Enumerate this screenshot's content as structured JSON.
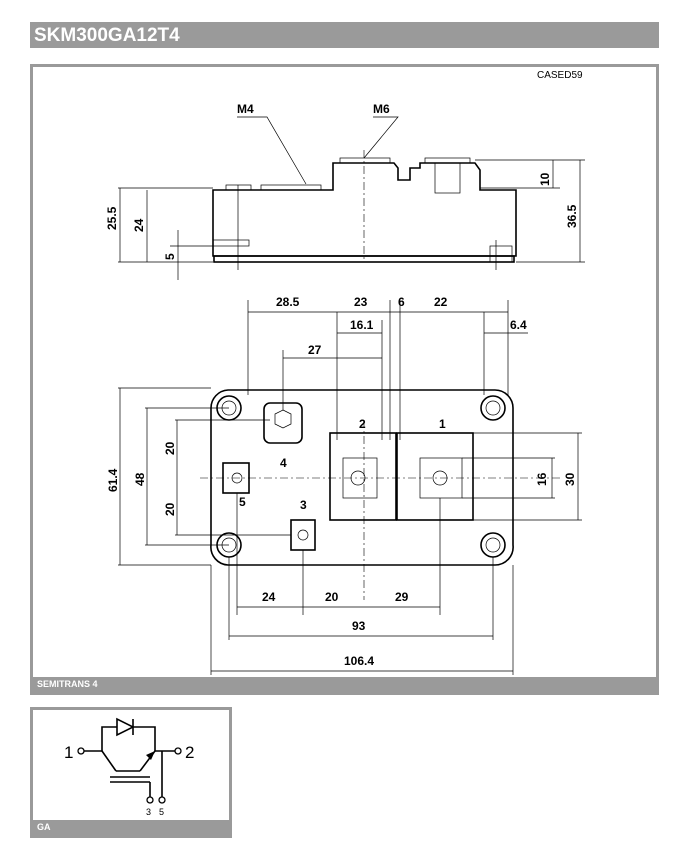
{
  "header": {
    "title": "SKM300GA12T4"
  },
  "drawing": {
    "case_code": "CASED59",
    "footer_label": "SEMITRANS 4",
    "side_view": {
      "thread_labels": [
        "M4",
        "M6"
      ],
      "dimensions": [
        "25.5",
        "24",
        "5",
        "10",
        "36.5"
      ]
    },
    "top_view": {
      "horizontal_dimensions_top": [
        "28.5",
        "23",
        "6",
        "22",
        "16.1",
        "27",
        "6.4"
      ],
      "vertical_dimensions": [
        "61.4",
        "48",
        "20",
        "20",
        "16",
        "30"
      ],
      "horizontal_dimensions_bottom": [
        "24",
        "20",
        "29",
        "93",
        "106.4"
      ],
      "terminal_labels": [
        "1",
        "2",
        "3",
        "4",
        "5"
      ]
    }
  },
  "schematic": {
    "footer_label": "GA",
    "pins": [
      "1",
      "2",
      "3",
      "5"
    ]
  }
}
